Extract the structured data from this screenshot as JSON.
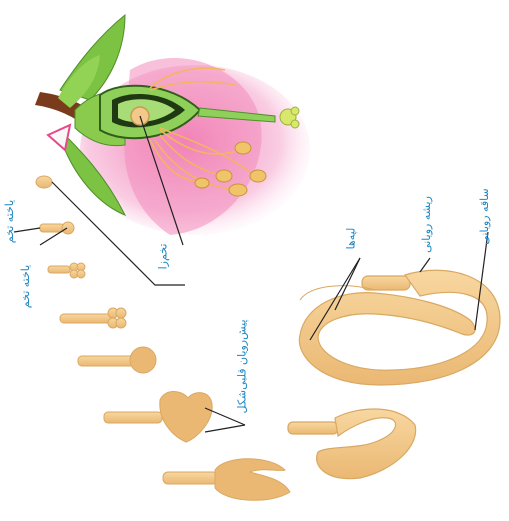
{
  "labels": {
    "embryo_sac": "تخم‌زا",
    "zygote": "یاخته تخم",
    "embryo_division": "یاخته تخم",
    "heart_stage": "پیش‌رویان قلبی‌شکل",
    "cotyledons": "لپه‌ها",
    "radicle": "ریشه رویانی",
    "hypocotyl": "ساقه رویانی"
  },
  "colors": {
    "embryo_fill": "#f3c98a",
    "embryo_stroke": "#d9a862",
    "leaf": "#7cc243",
    "petal_pink": "#ec5fa3",
    "label_text": "#1f87c2",
    "pointer_line": "#222222"
  }
}
